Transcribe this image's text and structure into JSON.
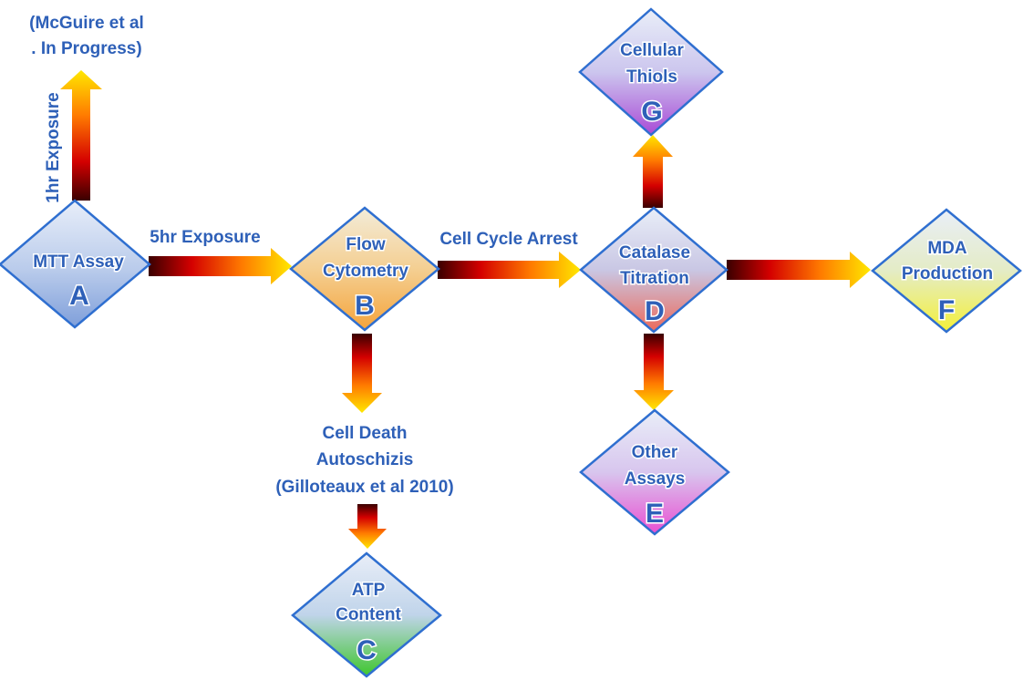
{
  "nodes": {
    "a": {
      "lines": [
        "MTT Assay"
      ],
      "letter": "A"
    },
    "b": {
      "lines": [
        "Flow",
        "Cytometry"
      ],
      "letter": "B"
    },
    "c": {
      "lines": [
        "ATP",
        "Content"
      ],
      "letter": "C"
    },
    "d": {
      "lines": [
        "Catalase",
        "Titration"
      ],
      "letter": "D"
    },
    "e": {
      "lines": [
        "Other",
        "Assays"
      ],
      "letter": "E"
    },
    "f": {
      "lines": [
        "MDA",
        "Production"
      ],
      "letter": "F"
    },
    "g": {
      "lines": [
        "Cellular",
        "Thiols"
      ],
      "letter": "G"
    }
  },
  "edges": {
    "a_up": "1hr Exposure",
    "a_b": "5hr Exposure",
    "b_d": "Cell Cycle Arrest"
  },
  "annotations": {
    "mcguire": [
      "(McGuire et al",
      ". In Progress)"
    ],
    "cell_death": [
      "Cell Death",
      "Autoschizis",
      "(Gilloteaux et al 2010)"
    ]
  }
}
